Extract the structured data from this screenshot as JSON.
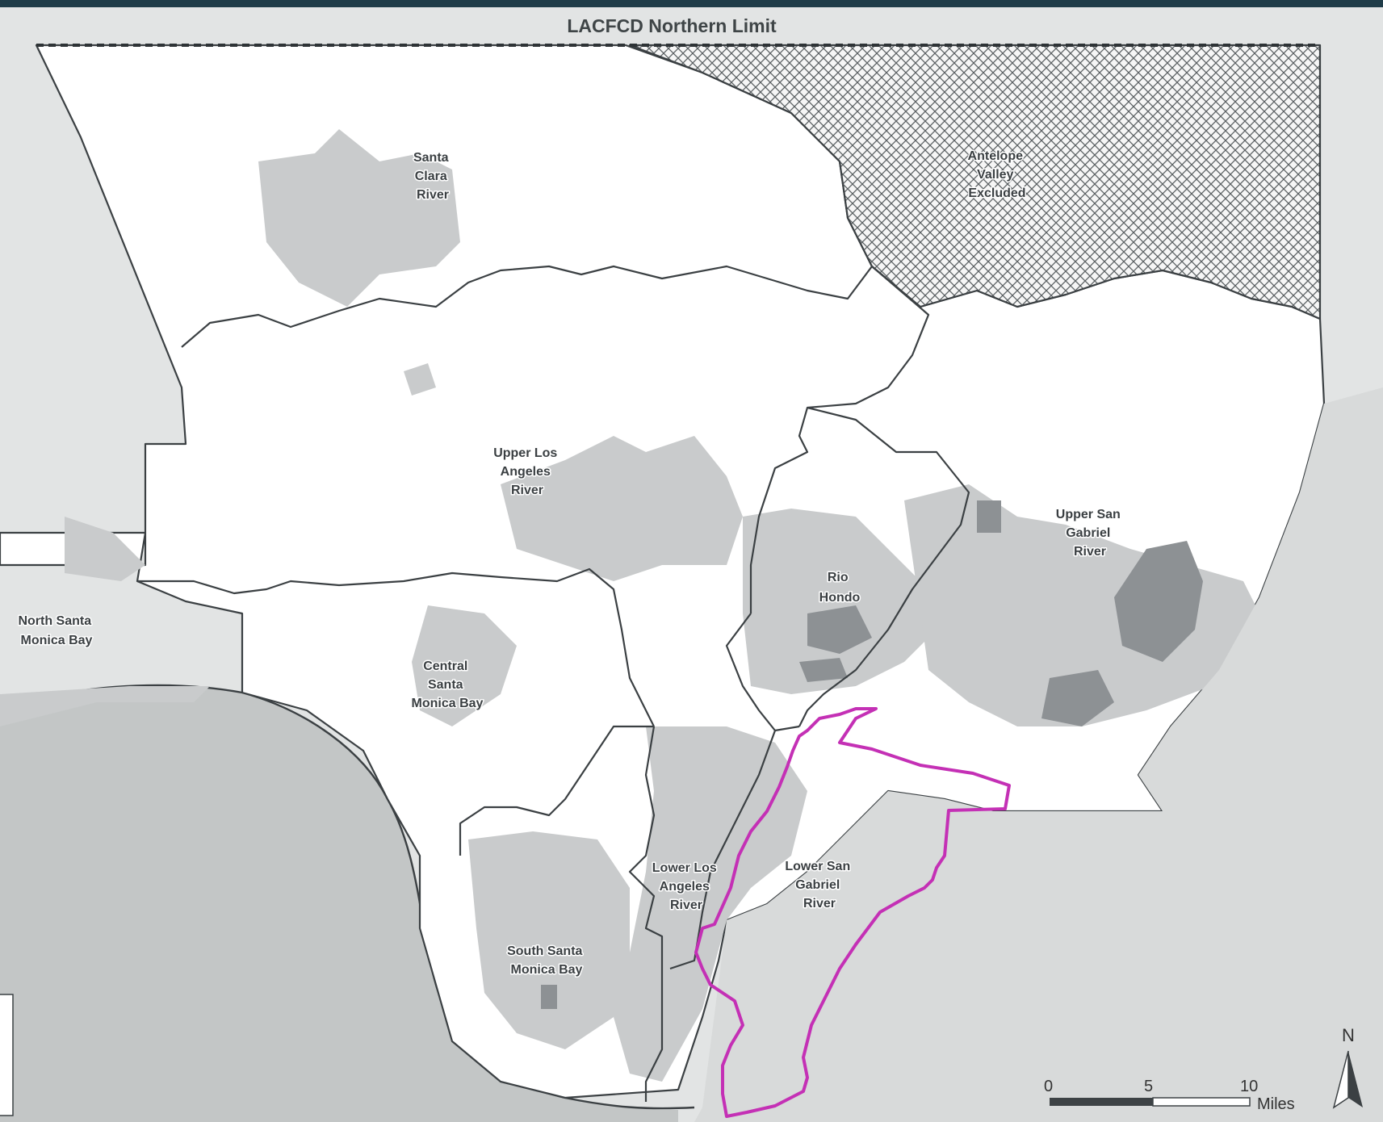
{
  "map": {
    "northern_limit_label": "LACFCD Northern Limit",
    "watersheds": [
      {
        "id": "santa-clara-river",
        "lines": [
          "Santa",
          "Clara",
          "River"
        ]
      },
      {
        "id": "antelope-valley-excluded",
        "lines": [
          "Antelope",
          "Valley",
          "Excluded"
        ]
      },
      {
        "id": "upper-los-angeles-river",
        "lines": [
          "Upper Los",
          "Angeles",
          "River"
        ]
      },
      {
        "id": "upper-san-gabriel-river",
        "lines": [
          "Upper San",
          "Gabriel",
          "River"
        ]
      },
      {
        "id": "rio-hondo",
        "lines": [
          "Rio",
          "Hondo"
        ]
      },
      {
        "id": "north-santa-monica-bay",
        "lines": [
          "North Santa",
          "Monica Bay"
        ]
      },
      {
        "id": "central-santa-monica-bay",
        "lines": [
          "Central",
          "Santa",
          "Monica Bay"
        ]
      },
      {
        "id": "lower-los-angeles-river",
        "lines": [
          "Lower Los",
          "Angeles",
          "River"
        ]
      },
      {
        "id": "lower-san-gabriel-river",
        "lines": [
          "Lower San",
          "Gabriel",
          "River"
        ]
      },
      {
        "id": "south-santa-monica-bay",
        "lines": [
          "South Santa",
          "Monica Bay"
        ]
      }
    ],
    "highlight_color": "#c430b5",
    "boundary_color": "#3b4043",
    "ocean_color": "#c3c6c6"
  },
  "scale_bar": {
    "ticks": [
      "0",
      "5",
      "10"
    ],
    "unit": "Miles"
  },
  "north_arrow": {
    "label": "N"
  }
}
